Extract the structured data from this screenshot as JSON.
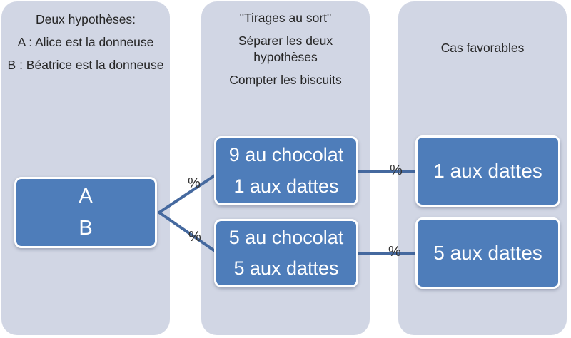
{
  "left_panel": {
    "title": "Deux hypothèses:",
    "hypothesis_a": "A : Alice est la donneuse",
    "hypothesis_b": "B : Béatrice est la donneuse",
    "node_line1": "A",
    "node_line2": "B"
  },
  "middle_panel": {
    "title": "\"Tirages au sort\"",
    "subtitle1": "Séparer les deux hypothèses",
    "subtitle2": "Compter les biscuits",
    "node_a_line1": "9 au chocolat",
    "node_a_line2": "1 aux dattes",
    "node_b_line1": "5 au chocolat",
    "node_b_line2": "5 aux dattes"
  },
  "right_panel": {
    "title": "Cas favorables",
    "node_a": "1 aux dattes",
    "node_b": "5 aux dattes"
  },
  "connectors": {
    "label_a_split": "%",
    "label_b_split": "%",
    "label_a_favorable": "%",
    "label_b_favorable": "%"
  },
  "colors": {
    "node_fill": "#4e7dba",
    "panel_fill": "#d1d6e4",
    "connector": "#45699f",
    "text_dark": "#262626",
    "node_text": "#ffffff"
  }
}
